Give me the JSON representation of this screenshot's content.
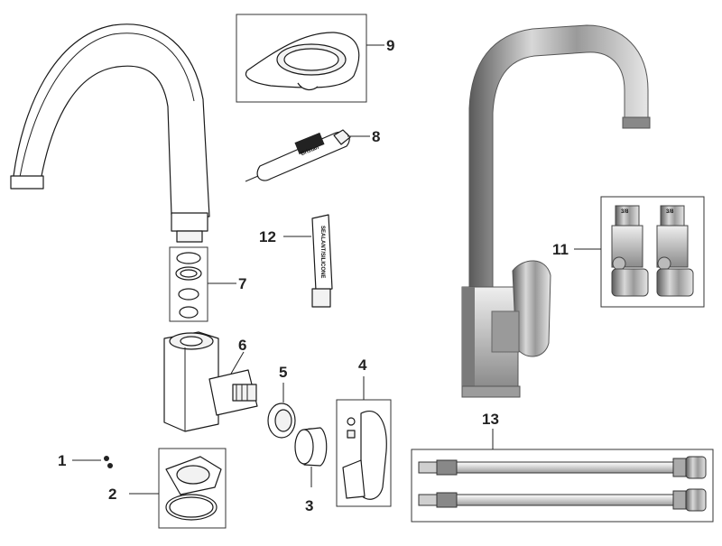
{
  "diagram": {
    "callouts": [
      {
        "id": "c1",
        "label": "1"
      },
      {
        "id": "c2",
        "label": "2"
      },
      {
        "id": "c3",
        "label": "3"
      },
      {
        "id": "c4",
        "label": "4"
      },
      {
        "id": "c5",
        "label": "5"
      },
      {
        "id": "c6",
        "label": "6"
      },
      {
        "id": "c7",
        "label": "7"
      },
      {
        "id": "c8",
        "label": "8"
      },
      {
        "id": "c9",
        "label": "9"
      },
      {
        "id": "c11",
        "label": "11"
      },
      {
        "id": "c12",
        "label": "12"
      },
      {
        "id": "c13",
        "label": "13"
      }
    ],
    "part_markings": {
      "tube_text": "SEALANT/SILICONE",
      "tool_text": "Bristan",
      "valve_marks": "3/8"
    }
  }
}
